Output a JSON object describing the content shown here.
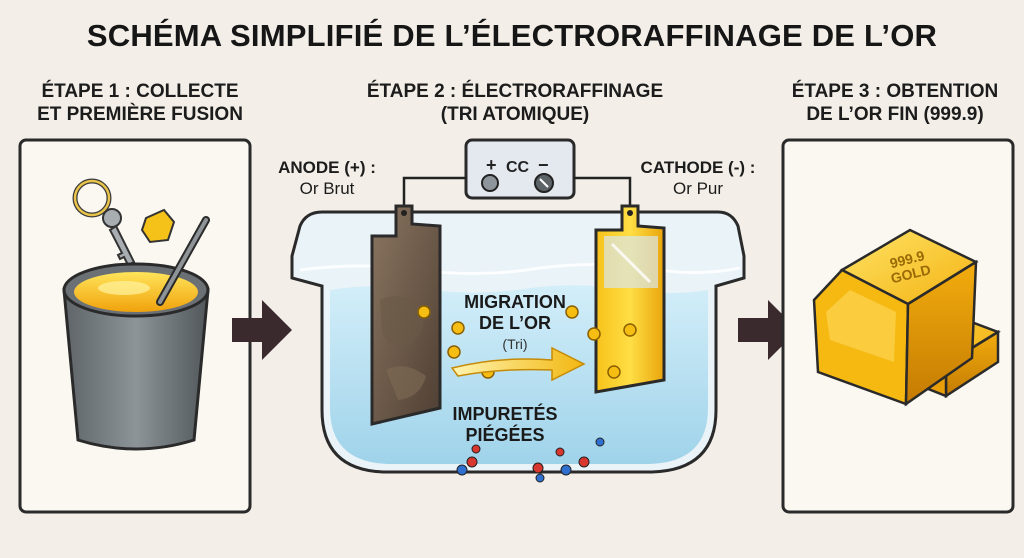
{
  "title": "SCHÉMA SIMPLIFIÉ DE L’ÉLECTRORAFFINAGE DE L’OR",
  "steps": [
    {
      "line1": "ÉTAPE 1 : COLLECTE",
      "line2": "ET PREMIÈRE FUSION"
    },
    {
      "line1": "ÉTAPE 2 : ÉLECTRORAFFINAGE",
      "line2": "(TRI ATOMIQUE)"
    },
    {
      "line1": "ÉTAPE 3 : OBTENTION",
      "line2": "DE L’OR FIN (999.9)"
    }
  ],
  "power": {
    "plus": "+",
    "label": "CC",
    "minus": "−"
  },
  "anode": {
    "title": "ANODE (+) :",
    "sub": "Or Brut"
  },
  "cathode": {
    "title": "CATHODE (-) :",
    "sub": "Or Pur"
  },
  "migration": {
    "line1": "MIGRATION",
    "line2": "DE L’OR",
    "sub": "(Tri)"
  },
  "impurities": {
    "line1": "IMPURETÉS",
    "line2": "PIÉGÉES"
  },
  "bar_stamp": {
    "line1": "999.9",
    "line2": "GOLD"
  },
  "colors": {
    "gold": "#f2b711",
    "bath": "#bfe3f3",
    "panel_border": "#2a2a2a",
    "arrow": "#3a2a2e"
  }
}
